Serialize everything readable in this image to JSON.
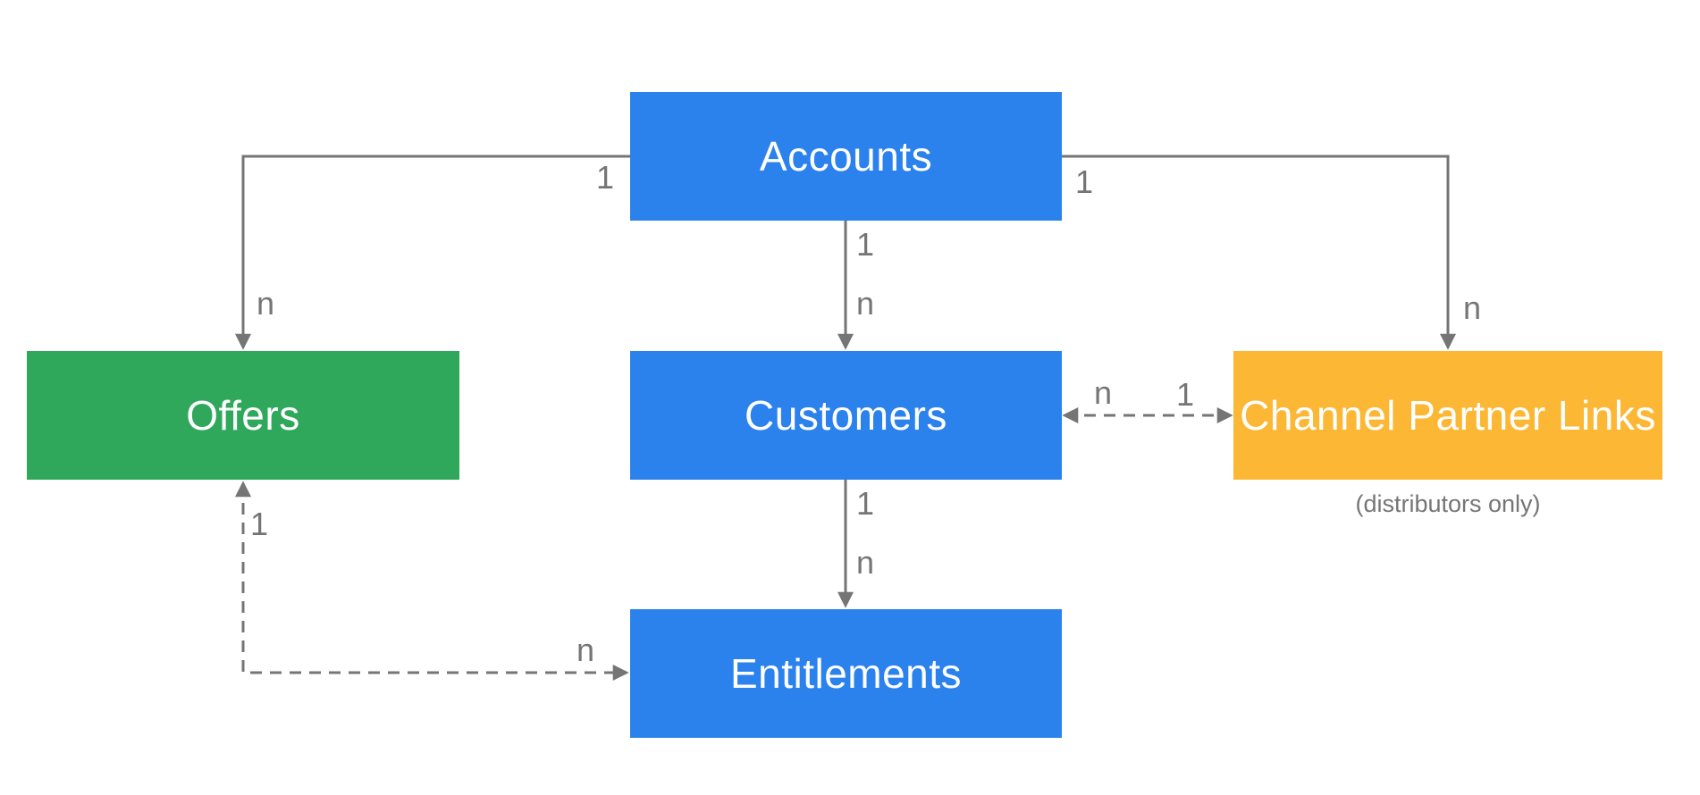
{
  "diagram": {
    "type": "entity-relationship",
    "background_color": "#ffffff",
    "colors": {
      "entity_blue": "#2B82EC",
      "entity_green": "#2FA85C",
      "entity_orange": "#FCB735",
      "connector_gray": "#757575",
      "label_gray": "#757575",
      "entity_text": "#ffffff"
    },
    "entities": [
      {
        "id": "accounts",
        "label": "Accounts",
        "color": "#2B82EC"
      },
      {
        "id": "offers",
        "label": "Offers",
        "color": "#2FA85C"
      },
      {
        "id": "customers",
        "label": "Customers",
        "color": "#2B82EC"
      },
      {
        "id": "channel_partner_links",
        "label": "Channel Partner Links",
        "color": "#FCB735",
        "note": "(distributors only)"
      },
      {
        "id": "entitlements",
        "label": "Entitlements",
        "color": "#2B82EC"
      }
    ],
    "relationships": [
      {
        "from": "accounts",
        "to": "offers",
        "from_card": "1",
        "to_card": "n",
        "style": "solid",
        "arrows": "to"
      },
      {
        "from": "accounts",
        "to": "customers",
        "from_card": "1",
        "to_card": "n",
        "style": "solid",
        "arrows": "to"
      },
      {
        "from": "accounts",
        "to": "channel_partner_links",
        "from_card": "1",
        "to_card": "n",
        "style": "solid",
        "arrows": "to"
      },
      {
        "from": "customers",
        "to": "entitlements",
        "from_card": "1",
        "to_card": "n",
        "style": "solid",
        "arrows": "to"
      },
      {
        "from": "channel_partner_links",
        "to": "customers",
        "from_card": "1",
        "to_card": "n",
        "style": "dashed",
        "arrows": "both"
      },
      {
        "from": "offers",
        "to": "entitlements",
        "from_card": "1",
        "to_card": "n",
        "style": "dashed",
        "arrows": "both"
      }
    ]
  }
}
